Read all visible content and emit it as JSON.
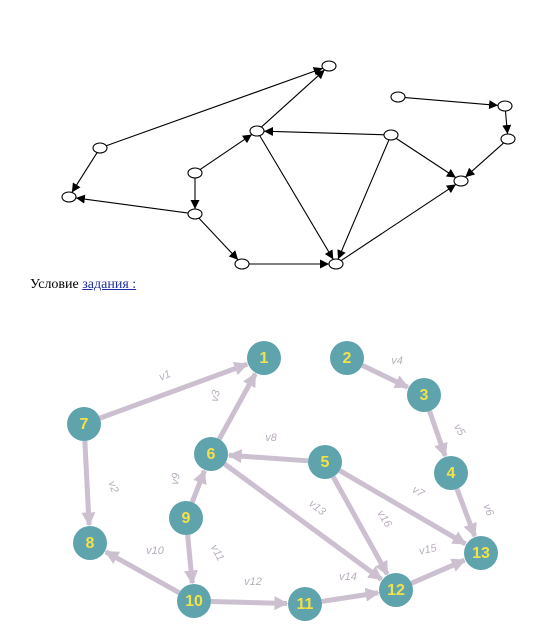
{
  "caption": {
    "prefix": "Условие",
    "link": "задания :"
  },
  "colors": {
    "node_fill": "#5fa3ad",
    "node_label": "#f2e24a",
    "edge": "#cbbfd0",
    "edge_label": "#b9aebd",
    "top_graph_stroke": "#000000"
  },
  "labeled_graph": {
    "nodes": [
      "1",
      "2",
      "3",
      "4",
      "5",
      "6",
      "7",
      "8",
      "9",
      "10",
      "11",
      "12",
      "13"
    ],
    "edges": [
      {
        "id": "v1",
        "from": "7",
        "to": "1"
      },
      {
        "id": "v2",
        "from": "7",
        "to": "8"
      },
      {
        "id": "v3",
        "from": "6",
        "to": "1"
      },
      {
        "id": "v4",
        "from": "2",
        "to": "3"
      },
      {
        "id": "v5",
        "from": "3",
        "to": "4"
      },
      {
        "id": "v6",
        "from": "4",
        "to": "13"
      },
      {
        "id": "v7",
        "from": "5",
        "to": "13"
      },
      {
        "id": "v8",
        "from": "5",
        "to": "6"
      },
      {
        "id": "v9",
        "from": "9",
        "to": "6"
      },
      {
        "id": "v10",
        "from": "10",
        "to": "8"
      },
      {
        "id": "v11",
        "from": "9",
        "to": "10"
      },
      {
        "id": "v12",
        "from": "10",
        "to": "11"
      },
      {
        "id": "v13",
        "from": "6",
        "to": "12"
      },
      {
        "id": "v14",
        "from": "11",
        "to": "12"
      },
      {
        "id": "v15",
        "from": "12",
        "to": "13"
      },
      {
        "id": "v16",
        "from": "5",
        "to": "12"
      }
    ]
  }
}
